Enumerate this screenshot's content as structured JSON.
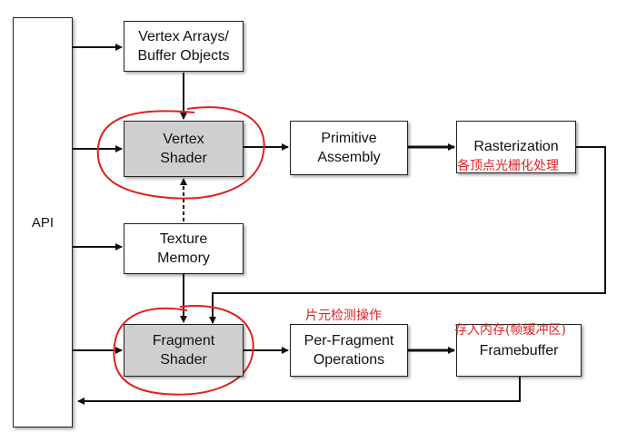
{
  "diagram": {
    "api": "API",
    "vertex_arrays": [
      "Vertex Arrays/",
      "Buffer Objects"
    ],
    "vertex_shader": [
      "Vertex",
      "Shader"
    ],
    "primitive_assembly": [
      "Primitive",
      "Assembly"
    ],
    "rasterization": "Rasterization",
    "texture_memory": [
      "Texture",
      "Memory"
    ],
    "fragment_shader": [
      "Fragment",
      "Shader"
    ],
    "per_fragment_ops": [
      "Per-Fragment",
      "Operations"
    ],
    "framebuffer": "Framebuffer"
  },
  "annotations": {
    "rasterization_note": "各顶点光栅化处理",
    "per_fragment_note": "片元检测操作",
    "framebuffer_note": "存入内存(帧缓冲区)",
    "highlight_color": "#e02020"
  }
}
